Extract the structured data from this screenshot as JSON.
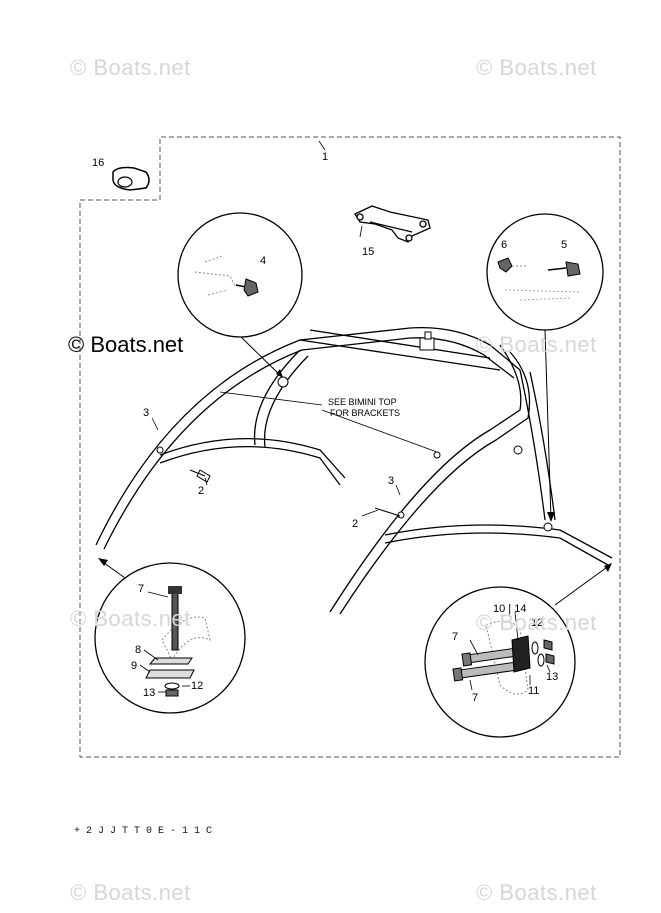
{
  "watermarks": {
    "top_left": "© Boats.net",
    "top_right": "© Boats.net",
    "middle_left": "© Boats.net",
    "mid_right": "© Boats.net",
    "lower_left": "© Boats.net",
    "lower_right": "© Boats.net",
    "bottom_left": "© Boats.net",
    "bottom_right": "© Boats.net"
  },
  "callouts": {
    "c1": "1",
    "c2a": "2",
    "c2b": "2",
    "c3a": "3",
    "c3b": "3",
    "c4": "4",
    "c5": "5",
    "c6": "6",
    "c7a": "7",
    "c7b": "7",
    "c7c": "7",
    "c8": "8",
    "c9": "9",
    "c10_14": "10 | 14",
    "c11": "11",
    "c12a": "12",
    "c12b": "12",
    "c13a": "13",
    "c13b": "13",
    "c15": "15",
    "c16": "16"
  },
  "note": {
    "line1": "SEE BIMINI TOP",
    "line2": "FOR BRACKETS"
  },
  "footer_code": "+ 2 J J T T 0  E - 1 1 C"
}
